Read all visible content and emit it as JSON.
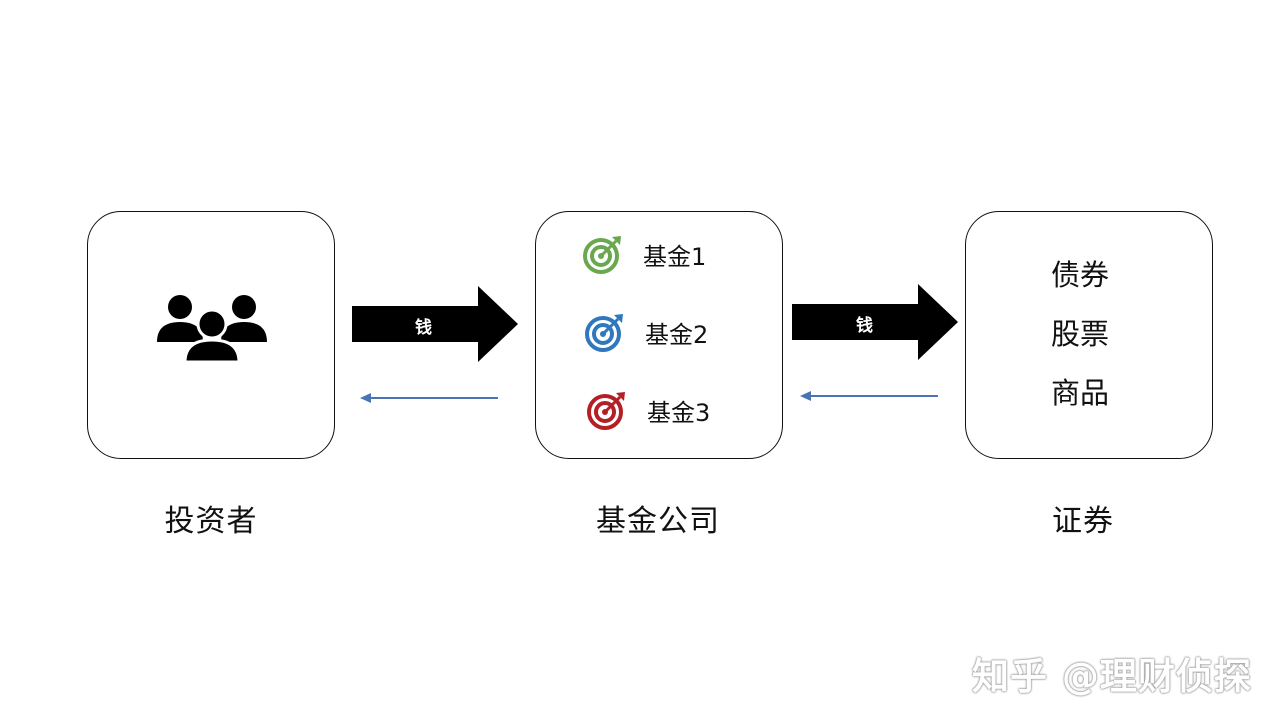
{
  "investor": {
    "caption": "投资者",
    "icon": "people-group-icon"
  },
  "fund_company": {
    "caption": "基金公司",
    "funds": [
      {
        "label": "基金1",
        "icon": "target-icon",
        "color": "#6aa84f"
      },
      {
        "label": "基金2",
        "icon": "target-icon",
        "color": "#2f78bd"
      },
      {
        "label": "基金3",
        "icon": "target-icon",
        "color": "#b51e24"
      }
    ]
  },
  "securities": {
    "caption": "证券",
    "items": [
      "债券",
      "股票",
      "商品"
    ]
  },
  "flows": {
    "money_label_1": "钱",
    "money_label_2": "钱",
    "return_arrow_color": "#4a74b4"
  },
  "watermark": "知乎 @理财侦探"
}
